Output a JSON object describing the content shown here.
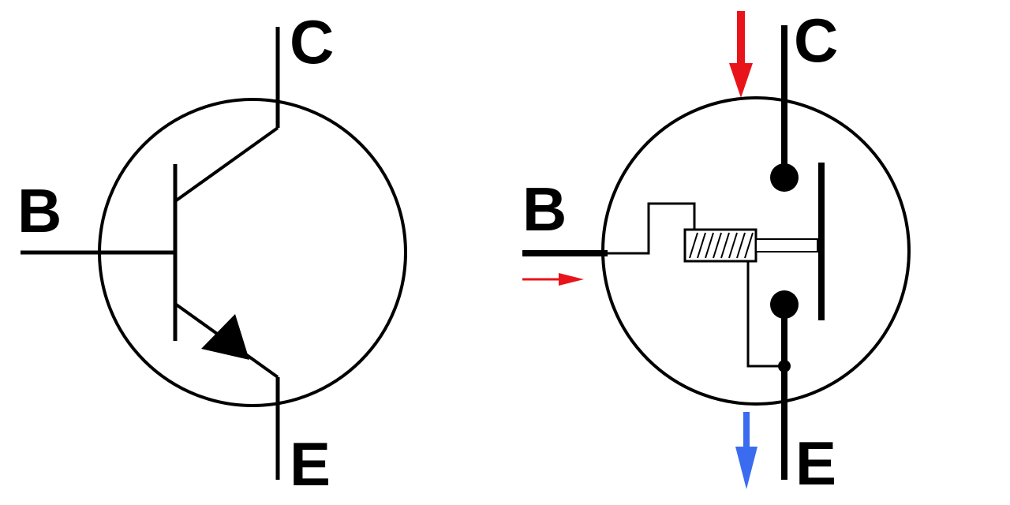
{
  "left_symbol": {
    "labels": {
      "base": "B",
      "collector": "C",
      "emitter": "E"
    }
  },
  "right_model": {
    "labels": {
      "base": "B",
      "collector": "C",
      "emitter": "E"
    }
  },
  "colors": {
    "line": "#000000",
    "collector_current_arrow": "#e8141a",
    "base_current_arrow": "#e8141a",
    "emitter_current_arrow": "#3b6cf0",
    "background": "#ffffff"
  }
}
